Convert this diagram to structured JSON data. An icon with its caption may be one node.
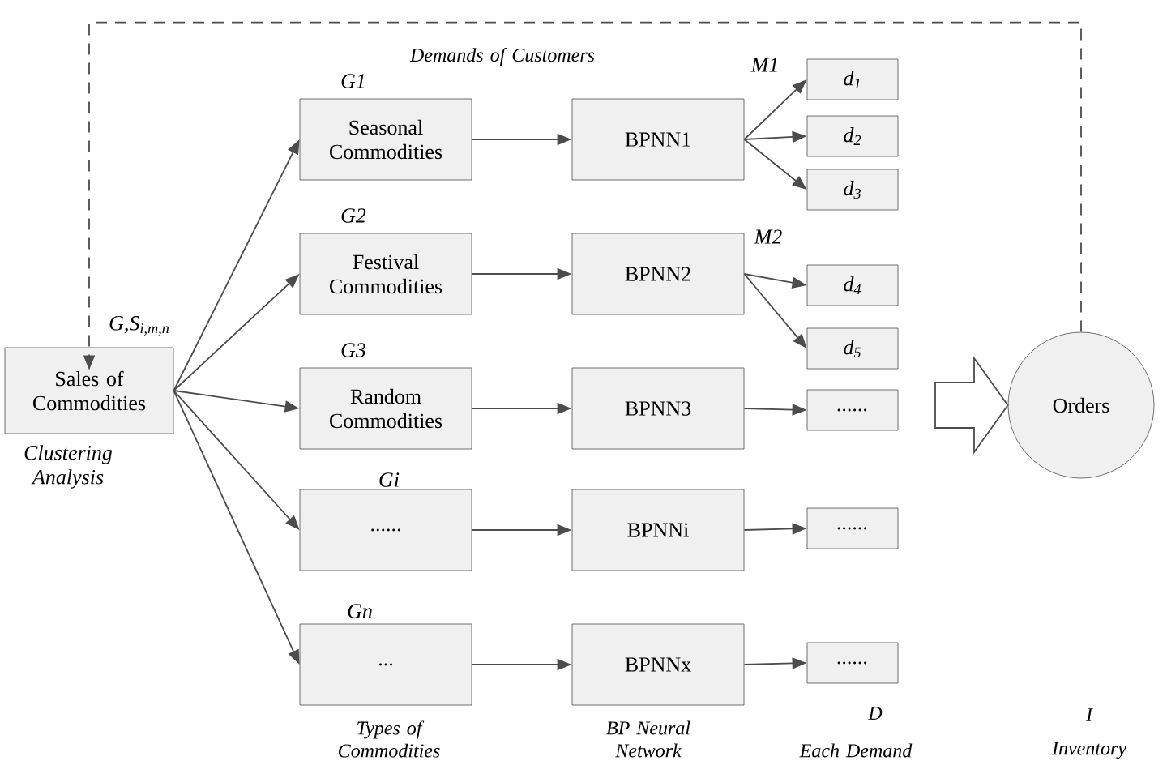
{
  "diagram": {
    "nodes": [
      {
        "text": [
          "Sales of Commodities"
        ],
        "beside": [
          "G,S$_{i,m,n}$",
          "Clustering Analysis"
        ]
      },
      {
        "text": [
          "Seasonal Commodities"
        ],
        "beside": [
          "G1"
        ]
      },
      {
        "text": [
          "Festival Commodities"
        ],
        "beside": [
          "G2"
        ]
      },
      {
        "text": [
          "Random Commodities"
        ],
        "beside": [
          "G3"
        ]
      },
      {
        "text": [
          "......"
        ],
        "beside": [
          "Gi"
        ]
      },
      {
        "text": [
          "..."
        ],
        "beside": [
          "Gn"
        ]
      },
      {
        "text": [
          "BPNN1"
        ],
        "beside": [
          "M1"
        ]
      },
      {
        "text": [
          "BPNN2"
        ],
        "beside": [
          "M2"
        ]
      },
      {
        "text": [
          "BPNN3"
        ]
      },
      {
        "text": [
          "BPNNi"
        ]
      },
      {
        "text": [
          "BPNNx"
        ]
      },
      {
        "text": [
          "d$_{1}$"
        ]
      },
      {
        "text": [
          "d$_{2}$"
        ]
      },
      {
        "text": [
          "d$_{3}$"
        ]
      },
      {
        "text": [
          "d$_{4}$"
        ]
      },
      {
        "text": [
          "d$_{5}$"
        ]
      },
      {
        "text": [
          "......"
        ]
      },
      {
        "text": [
          "......"
        ]
      },
      {
        "text": [
          "......"
        ]
      },
      {
        "text": [
          "Orders"
        ]
      }
    ],
    "edges": [
      {
        "from": 0,
        "to": 1,
        "arrow": "to"
      },
      {
        "from": 0,
        "to": 2,
        "arrow": "to"
      },
      {
        "from": 0,
        "to": 3,
        "arrow": "to"
      },
      {
        "from": 0,
        "to": 4,
        "arrow": "to"
      },
      {
        "from": 0,
        "to": 5,
        "arrow": "to"
      },
      {
        "from": 1,
        "to": 6,
        "arrow": "to"
      },
      {
        "from": 2,
        "to": 7,
        "arrow": "to"
      },
      {
        "from": 3,
        "to": 8,
        "arrow": "to"
      },
      {
        "from": 4,
        "to": 9,
        "arrow": "to"
      },
      {
        "from": 5,
        "to": 10,
        "arrow": "to"
      },
      {
        "from": 6,
        "to": 11,
        "arrow": "to"
      },
      {
        "from": 6,
        "to": 12,
        "arrow": "to"
      },
      {
        "from": 6,
        "to": 13,
        "arrow": "to"
      },
      {
        "from": 7,
        "to": 14,
        "arrow": "to"
      },
      {
        "from": 7,
        "to": 15,
        "arrow": "to"
      },
      {
        "from": 8,
        "to": 16,
        "arrow": "to"
      },
      {
        "from": 9,
        "to": 17,
        "arrow": "to"
      },
      {
        "from": 10,
        "to": 18,
        "arrow": "to"
      },
      {
        "from": null,
        "to": 19,
        "arrow": "to"
      },
      {
        "from": 19,
        "to": 0,
        "arrow": "to",
        "style": "dashed"
      }
    ],
    "labels": [
      "Demands of Customers",
      "Types of Commodities",
      "BP Neural Network",
      "D",
      "Each Demand",
      "I",
      "Inventory"
    ]
  }
}
